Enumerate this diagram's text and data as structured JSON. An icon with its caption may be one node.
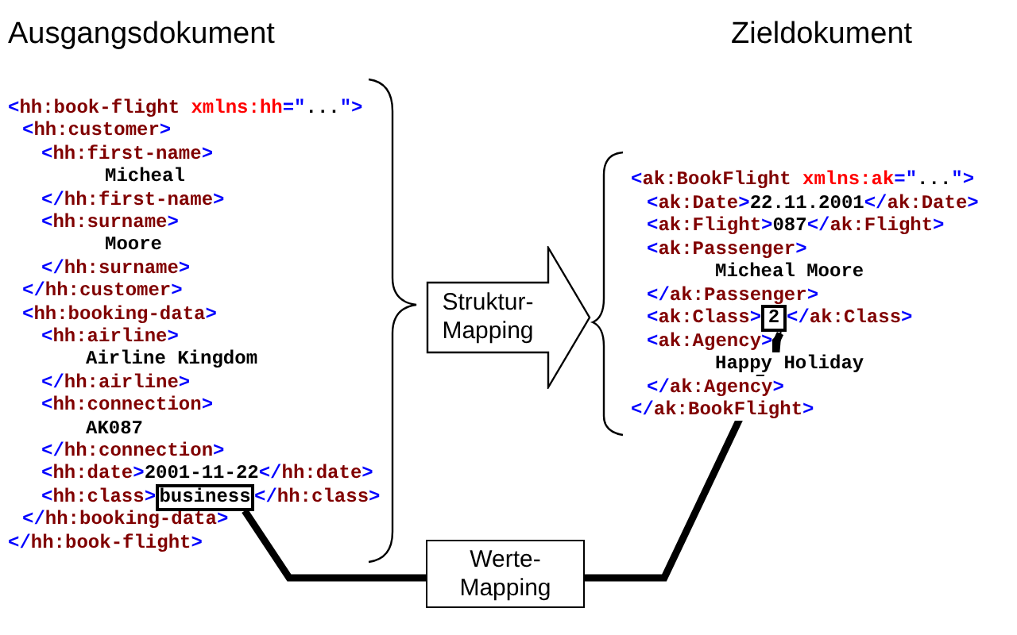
{
  "diagram": {
    "nodes": [
      {
        "text": [
          "business"
        ]
      },
      {
        "text": [
          "Struktur- Mapping"
        ]
      },
      {
        "text": [
          "Werte- Mapping"
        ]
      },
      {
        "text": [
          "2"
        ]
      }
    ],
    "edges": [
      {
        "from": 0,
        "to": 2,
        "arrow": "none"
      },
      {
        "from": 2,
        "to": 3,
        "arrow": "to"
      }
    ],
    "labels": [
      "Ausgangsdokument",
      "Zieldokument",
      "<hh:book-flight xmlns:hh=\"...\">",
      "<hh:customer>",
      "<hh:first-name>",
      "Micheal",
      "</hh:first-name>",
      "<hh:surname>",
      "Moore",
      "</hh:surname>",
      "</hh:customer>",
      "<hh:booking-data>",
      "<hh:airline>",
      "Airline Kingdom",
      "</hh:airline>",
      "<hh:connection>",
      "AK087",
      "</hh:connection>",
      "<hh:date>2001-11-22</hh:date>",
      "<hh:class>",
      "</hh:class>",
      "</hh:booking-data>",
      "</hh:book-flight>",
      "<ak:BookFlight xmlns:ak=\"...\">",
      "<ak:Date>22.11.2001</ak:Date>",
      "<ak:Flight>087</ak:Flight>",
      "<ak:Passenger>",
      "Micheal Moore",
      "</ak:Passenger>",
      "<ak:Class>",
      "</ak:Class>",
      "<ak:Agency>",
      "Happy Holiday",
      "</ak:Agency>",
      "</ak:BookFlight>"
    ]
  }
}
